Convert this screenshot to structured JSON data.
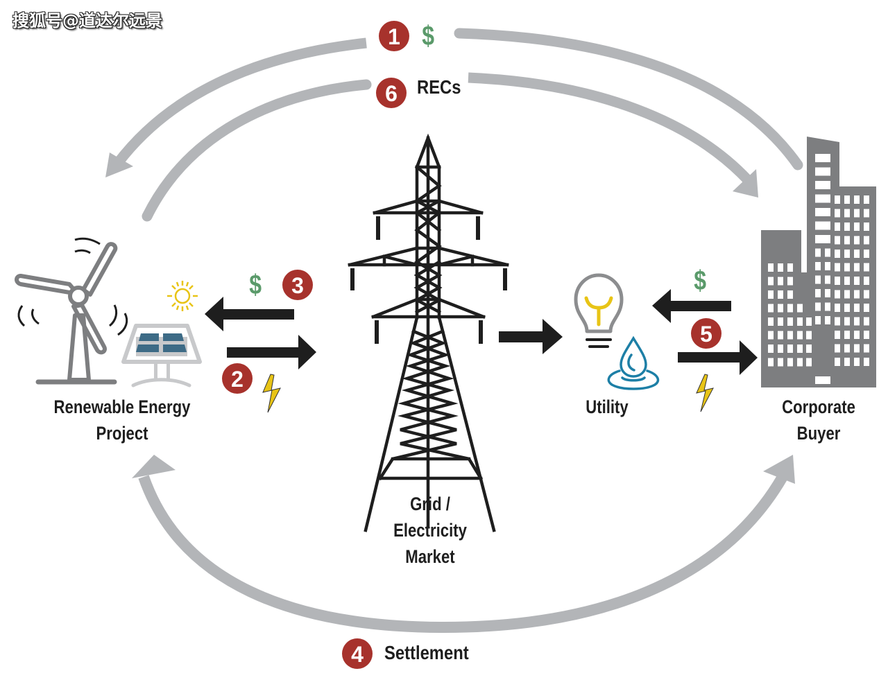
{
  "watermark": "搜狐号@道达尔远景",
  "colors": {
    "flow_arrow": "#b3b5b8",
    "step_badge": "#a7322c",
    "money": "#5a9a6a",
    "dark_arrow": "#1e1e1e",
    "building": "#7d7e80",
    "solar_cell": "#3d6b86",
    "sun": "#e8c416",
    "bolt": "#e8c416",
    "water": "#1d7fa6"
  },
  "nodes": {
    "project": {
      "label_line1": "Renewable Energy",
      "label_line2": "Project"
    },
    "grid": {
      "label_line1": "Grid /",
      "label_line2": "Electricity",
      "label_line3": "Market"
    },
    "utility": {
      "label": "Utility"
    },
    "buyer": {
      "label_line1": "Corporate",
      "label_line2": "Buyer"
    }
  },
  "steps": [
    {
      "number": "1",
      "text": "$",
      "description": "payment from buyer to project"
    },
    {
      "number": "2",
      "text": "⚡",
      "description": "electricity from project to grid"
    },
    {
      "number": "3",
      "text": "$",
      "description": "payment from grid to project"
    },
    {
      "number": "4",
      "text": "Settlement"
    },
    {
      "number": "5",
      "text": "⚡ / $",
      "description": "electricity from utility to buyer, payment from buyer to utility"
    },
    {
      "number": "6",
      "text": "RECs"
    }
  ],
  "symbols": {
    "dollar": "$"
  }
}
